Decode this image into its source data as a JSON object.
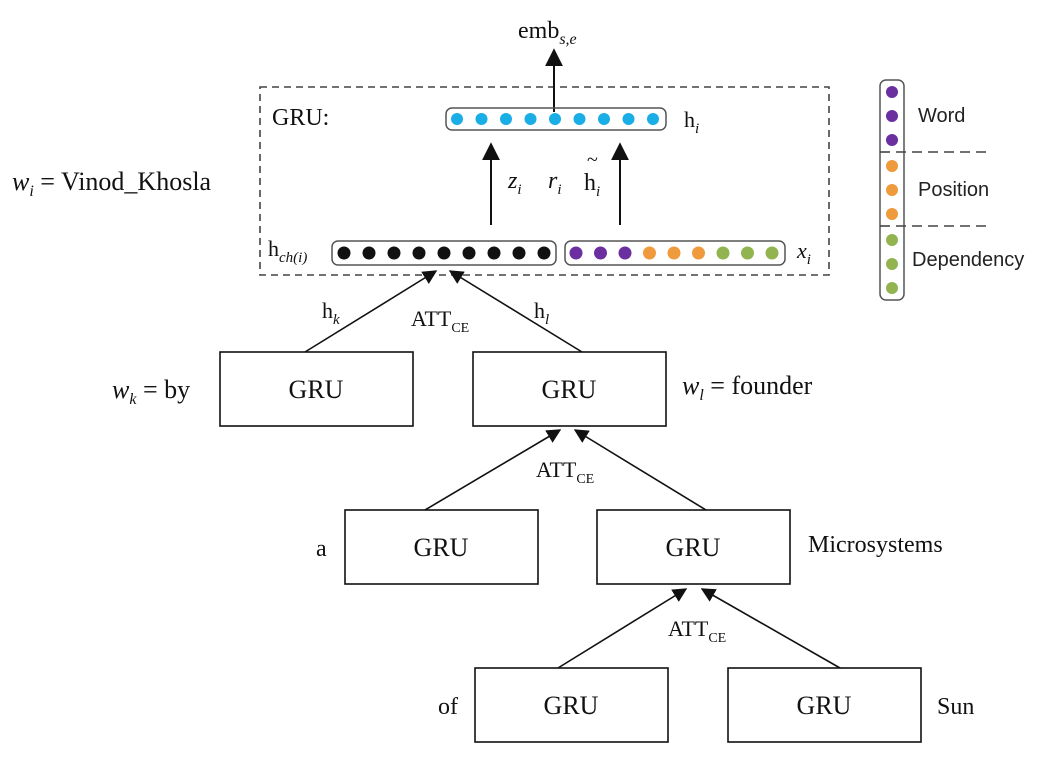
{
  "emb_label": {
    "base": "emb",
    "sub": "s,e"
  },
  "gru_block_label": "GRU:",
  "hi_label": {
    "base": "h",
    "sub": "i"
  },
  "wi_label": {
    "w": "w",
    "wsub": "i",
    "eq": " = Vinod_Khosla"
  },
  "gates": {
    "z": {
      "base": "z",
      "sub": "i"
    },
    "r": {
      "base": "r",
      "sub": "i"
    },
    "htilde": {
      "base": "h",
      "sub": "i",
      "tilde": "~"
    }
  },
  "hch_label": {
    "base": "h",
    "sub": "ch(i)"
  },
  "xi_label": {
    "base": "x",
    "sub": "i"
  },
  "hk_label": {
    "base": "h",
    "sub": "k"
  },
  "hl_label": {
    "base": "h",
    "sub": "l"
  },
  "att": {
    "base": "ATT",
    "sub": "CE"
  },
  "node_label": "GRU",
  "wk_label": {
    "w": "w",
    "wsub": "k",
    "eq": " = by"
  },
  "wl_label": {
    "w": "w",
    "wsub": "l",
    "eq": " = founder"
  },
  "word_a": "a",
  "word_microsystems": "Microsystems",
  "word_of": "of",
  "word_sun": "Sun",
  "legend": {
    "word": "Word",
    "position": "Position",
    "dependency": "Dependency"
  },
  "colors": {
    "hidden": "#1aaee6",
    "child": "#111111",
    "word": "#6b2fa0",
    "position": "#f09a3e",
    "dependency": "#92b450"
  }
}
